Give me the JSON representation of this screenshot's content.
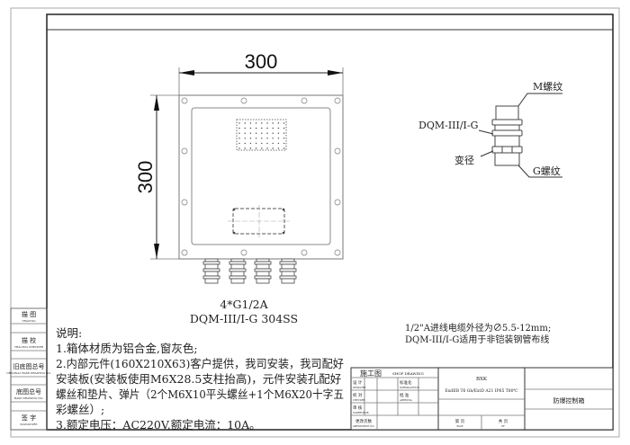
{
  "dimensions": {
    "width": "300",
    "height": "300"
  },
  "gland_label": "4*G1/2A",
  "gland_model": "DQM-III/I-G 304SS",
  "detail": {
    "m_thread": "M螺纹",
    "model": "DQM-III/I-G",
    "reducer": "变径",
    "g_thread": "G螺纹"
  },
  "cable_notes": [
    "1/2\"A进线电缆外径为∅5.5-12mm;",
    "DQM-III/I-G适用于非铠装钢管布线"
  ],
  "notes": {
    "heading": "说明:",
    "lines": [
      "1.箱体材质为铝合金,窗灰色;",
      "2.内部元件(160X210X63)客户提供，我司安装，我司配好",
      "安装板(安装板使用M6X28.5支柱抬高)，元件安装孔配好",
      "螺丝和垫片、弹片（2个M6X10平头螺丝+1个M6X20十字五",
      "彩螺丝）;",
      "3.额定电压：AC220V,额定电流：10A。"
    ]
  },
  "sidebar": [
    {
      "cn": "描 图",
      "en": "TRACING"
    },
    {
      "cn": "描 校",
      "en": "TRACING CHECKER"
    },
    {
      "cn": "旧底图总号",
      "en": "ORIGINAL BASE DRAWING NO."
    },
    {
      "cn": "底图总号",
      "en": "BASE DRAWING NO."
    },
    {
      "cn": "签 字",
      "en": "SIGNATURE"
    }
  ],
  "title_block": {
    "drawing_type_cn": "施工图",
    "drawing_type_en": "SHOP DRAWING",
    "design": {
      "cn": "设 计",
      "en": "DESIGNER"
    },
    "standard": {
      "cn": "标准化",
      "en": "NORMALIZTION"
    },
    "check": {
      "cn": "校 对",
      "en": "CHECKER"
    },
    "approve": {
      "cn": "批 准",
      "en": "APPROVAL"
    },
    "review": {
      "cn": "审 核",
      "en": "SUPERVISOR"
    },
    "amend": {
      "cn": "更改次数",
      "en": "AMENDMENT NO."
    },
    "model": "BXK",
    "rating": "ExdIIB T6 Gb/ExtD A21 IP65 T80℃",
    "page": {
      "cn": "第 页",
      "en": "PAGE"
    },
    "of": {
      "cn": "共 页",
      "en": "OF"
    },
    "product_name": "防爆控制箱"
  }
}
